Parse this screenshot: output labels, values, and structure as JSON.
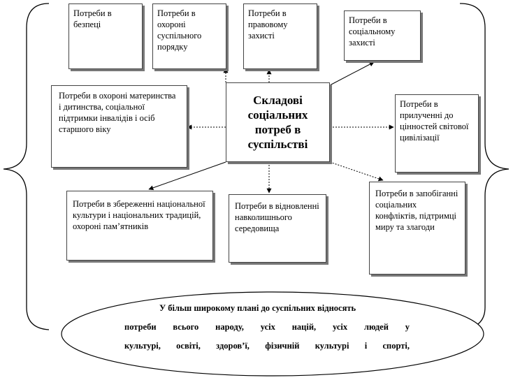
{
  "center": {
    "label": "Складові соціальних потреб в суспільстві"
  },
  "boxes": {
    "safety": "Потреби в безпеці",
    "public_order": "Потреби в охороні суспільного порядку",
    "legal": "Потреби в правовому захисті",
    "social_protection": "Потреби в соціальному захисті",
    "motherhood": "Потреби в охороні материнства і дитинства, соціальної підтримки інвалідів і осіб старшого віку",
    "world_values": "Потреби в прилученні до цінностей світової цивілізації",
    "culture": "Потреби в збереженні національної культури і національних традицій, охороні пам’ятників",
    "environment": "Потреби в відновленні навколишнього середовища",
    "conflicts": "Потреби в запобіганні соціальних конфліктів, підтримці миру та злагоди"
  },
  "ellipse": {
    "line1": "У більш широкому плані до суспільних відносять",
    "line2": "потреби всього народу, усіх націй, усіх людей у",
    "line3": "культурі, освіті, здоров’ї, фізичній культурі і спорті,"
  }
}
